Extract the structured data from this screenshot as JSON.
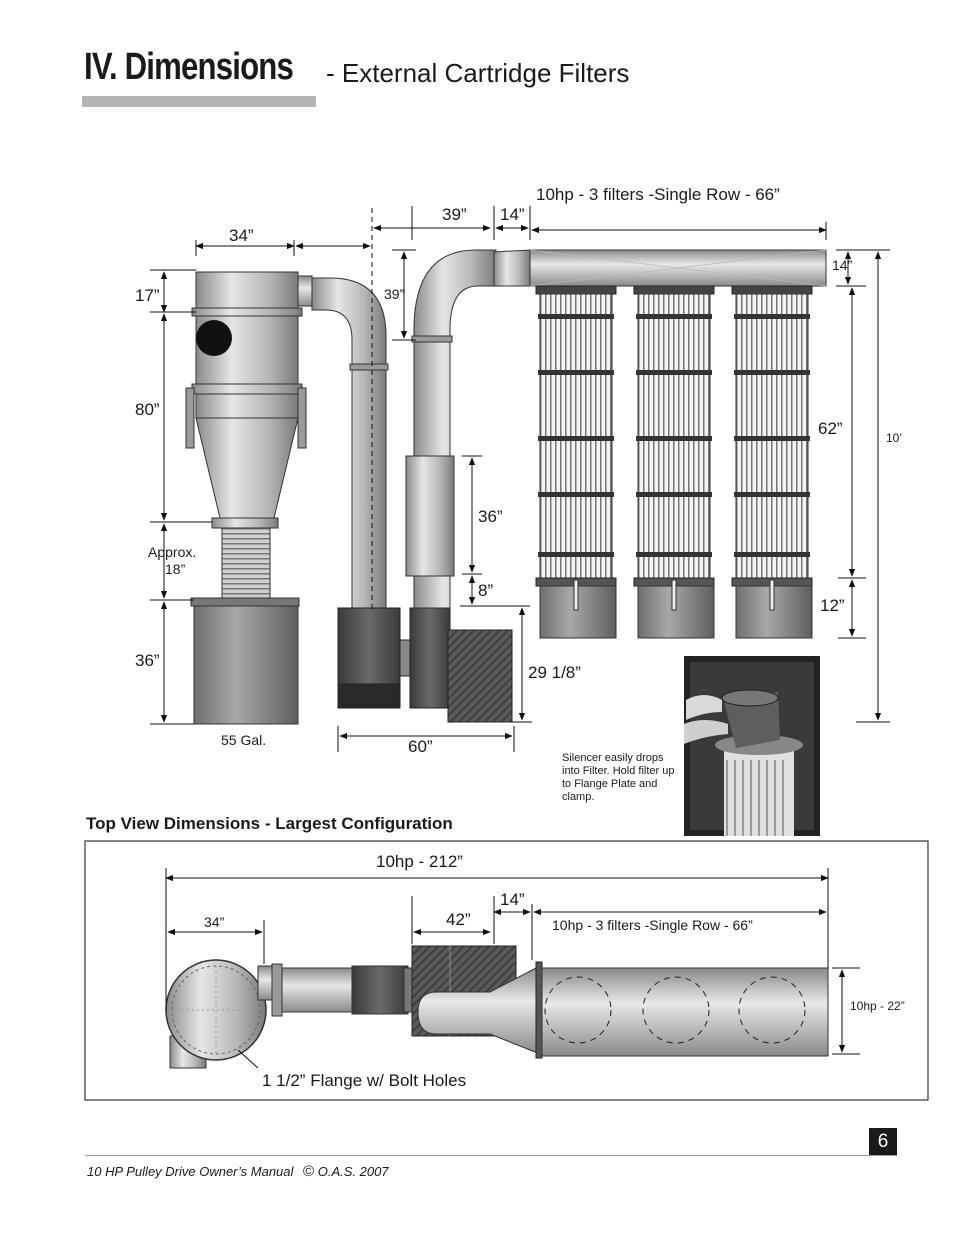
{
  "header": {
    "title": "IV. Dimensions",
    "subtitle": "- External Cartridge Filters"
  },
  "side_view": {
    "dims": {
      "filters_row": "10hp - 3 filters -Single Row - 66”",
      "d39_top": "39”",
      "d14_top": "14”",
      "d34": "34”",
      "d17": "17”",
      "d39_vert": "39”",
      "d80": "80”",
      "approx": "Approx.",
      "d18": "18”",
      "d36_left": "36”",
      "gal": "55 Gal.",
      "d36_pipe": "36”",
      "d8": "8”",
      "d29": "29 1/8”",
      "d60": "60”",
      "d14_plate": "14”",
      "d62": "62”",
      "d10ft": "10’",
      "d12": "12”"
    },
    "photo_caption": "Silencer easily drops into Filter. Hold filter up to Flange Plate and clamp."
  },
  "top_view": {
    "heading": "Top View Dimensions - Largest Configuration",
    "dims": {
      "overall": "10hp - 212”",
      "d14": "14”",
      "d34": "34”",
      "d42": "42”",
      "filters_row": "10hp - 3 filters -Single Row - 66”",
      "width": "10hp - 22”",
      "flange": "1 1/2” Flange w/ Bolt Holes"
    }
  },
  "footer": {
    "manual": "10 HP Pulley Drive Owner’s Manual",
    "copyright_symbol": "©",
    "copyright": "O.A.S. 2007",
    "page_number": "6"
  }
}
